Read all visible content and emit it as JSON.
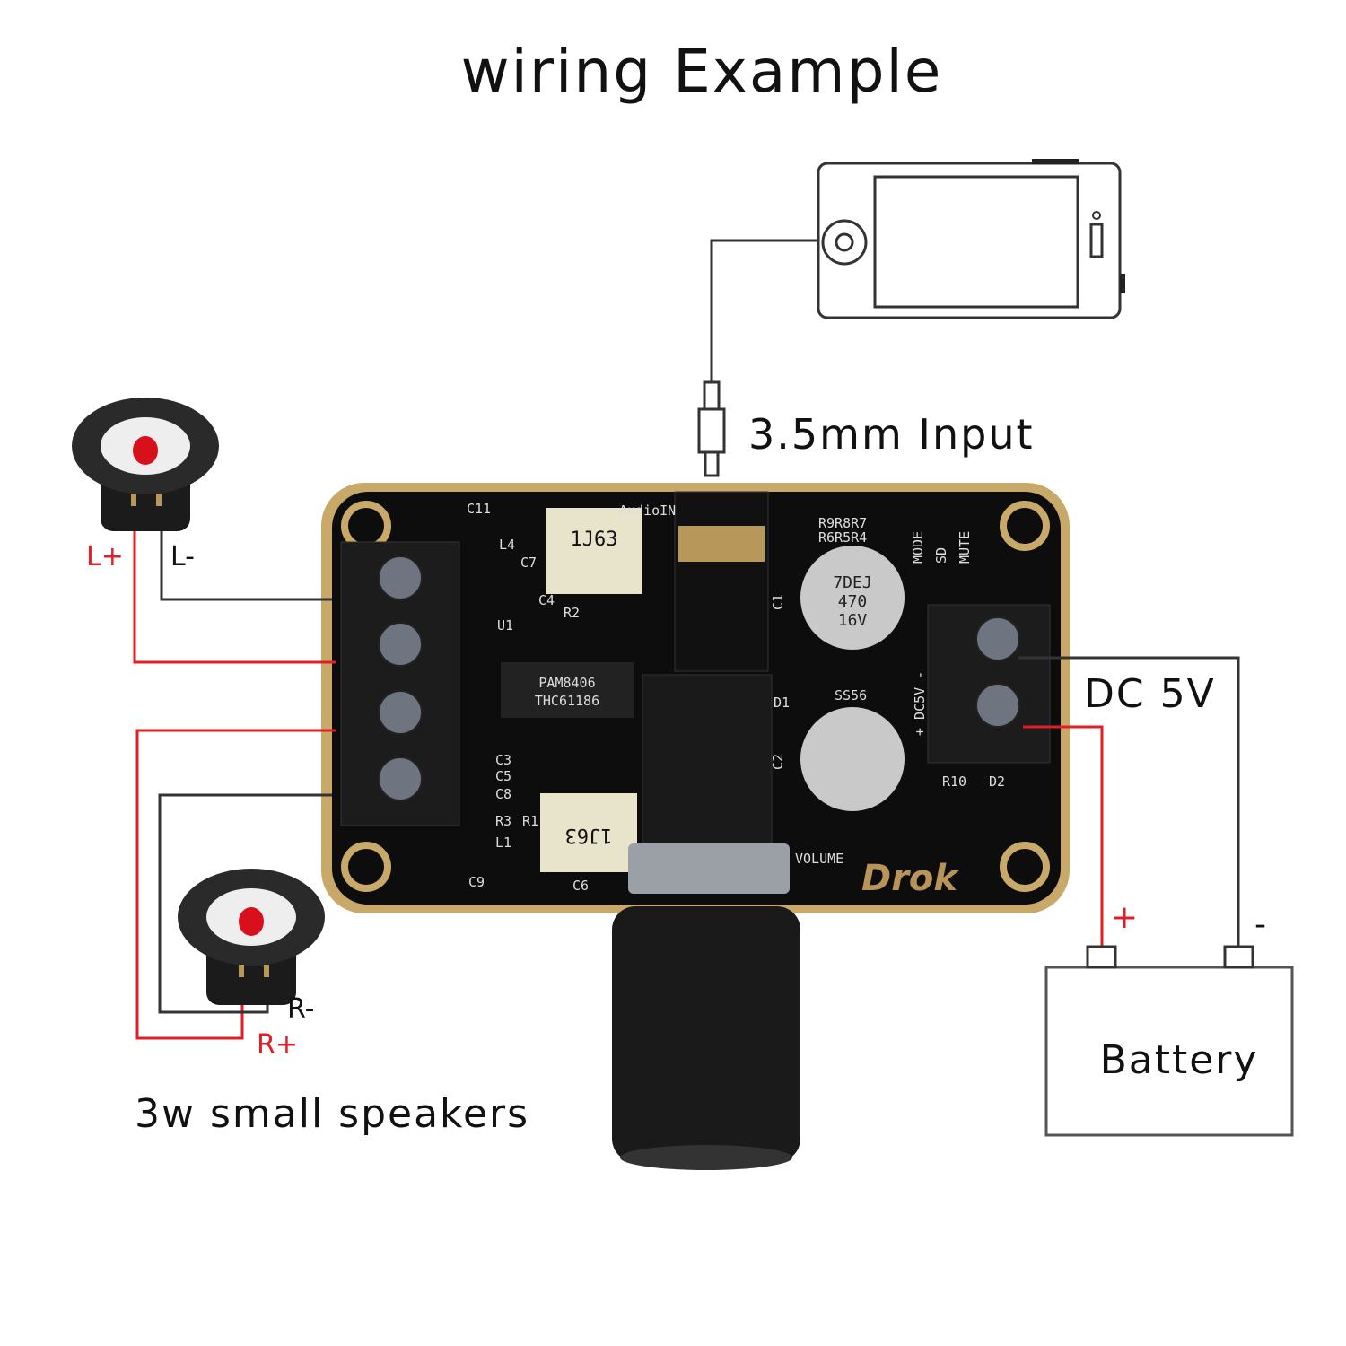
{
  "title": "wiring Example",
  "input_label": "3.5mm Input",
  "power_label": "DC 5V",
  "battery": {
    "label": "Battery",
    "plus": "+",
    "minus": "-"
  },
  "speakers": {
    "caption": "3w small speakers",
    "left_plus": "L+",
    "left_minus": "L-",
    "right_minus": "R-",
    "right_plus": "R+"
  },
  "board": {
    "chip": [
      "PAM8406",
      "THC61186"
    ],
    "cap_top": "1J63",
    "cap_bottom": "1J63",
    "volume": "VOLUME",
    "brand": "Drok",
    "audio_in": "AudioIN",
    "pins": [
      "MODE",
      "SD",
      "MUTE"
    ],
    "resistors": [
      "R9R8R7",
      "R6R5R4"
    ],
    "power_marking": "+ DC5V -",
    "parts": [
      "C11",
      "L4",
      "C7",
      "C4",
      "R2",
      "U1",
      "C1",
      "D1",
      "C2",
      "C3",
      "C5",
      "C8",
      "R3",
      "R1",
      "L1",
      "C9",
      "C6",
      "R10",
      "D2",
      "SS56"
    ],
    "capacitor_marking": [
      "7DEJ",
      "470",
      "16V"
    ]
  },
  "colors": {
    "positive_wire": "#e01e26",
    "negative_wire": "#333333",
    "board_edge": "#c8a96a",
    "board": "#0d0d0d"
  }
}
